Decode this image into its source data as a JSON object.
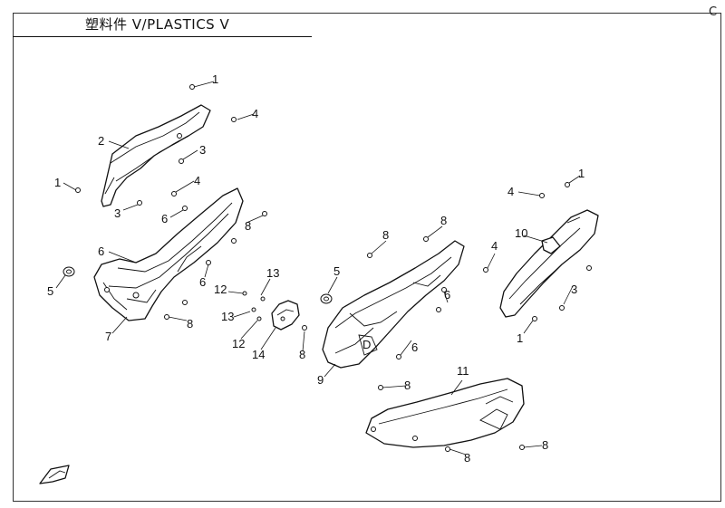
{
  "header": {
    "title": "塑料件 V/PLASTICS V",
    "corner_mark": "C"
  },
  "callouts": {
    "c1a": "1",
    "c1b": "1",
    "c1c": "1",
    "c1d": "1",
    "c2": "2",
    "c3a": "3",
    "c3b": "3",
    "c3c": "3",
    "c4a": "4",
    "c4b": "4",
    "c4c": "4",
    "c4d": "4",
    "c5a": "5",
    "c5b": "5",
    "c6a": "6",
    "c6b": "6",
    "c6c": "6",
    "c6d": "6",
    "c6e": "6",
    "c7": "7",
    "c8a": "8",
    "c8b": "8",
    "c8c": "8",
    "c8d": "8",
    "c8e": "8",
    "c8f": "8",
    "c8g": "8",
    "c8h": "8",
    "c9": "9",
    "c10": "10",
    "c11": "11",
    "c12a": "12",
    "c12b": "12",
    "c13a": "13",
    "c13b": "13",
    "c14": "14",
    "letter_d": "D"
  },
  "colors": {
    "line": "#111111",
    "background": "#ffffff"
  }
}
